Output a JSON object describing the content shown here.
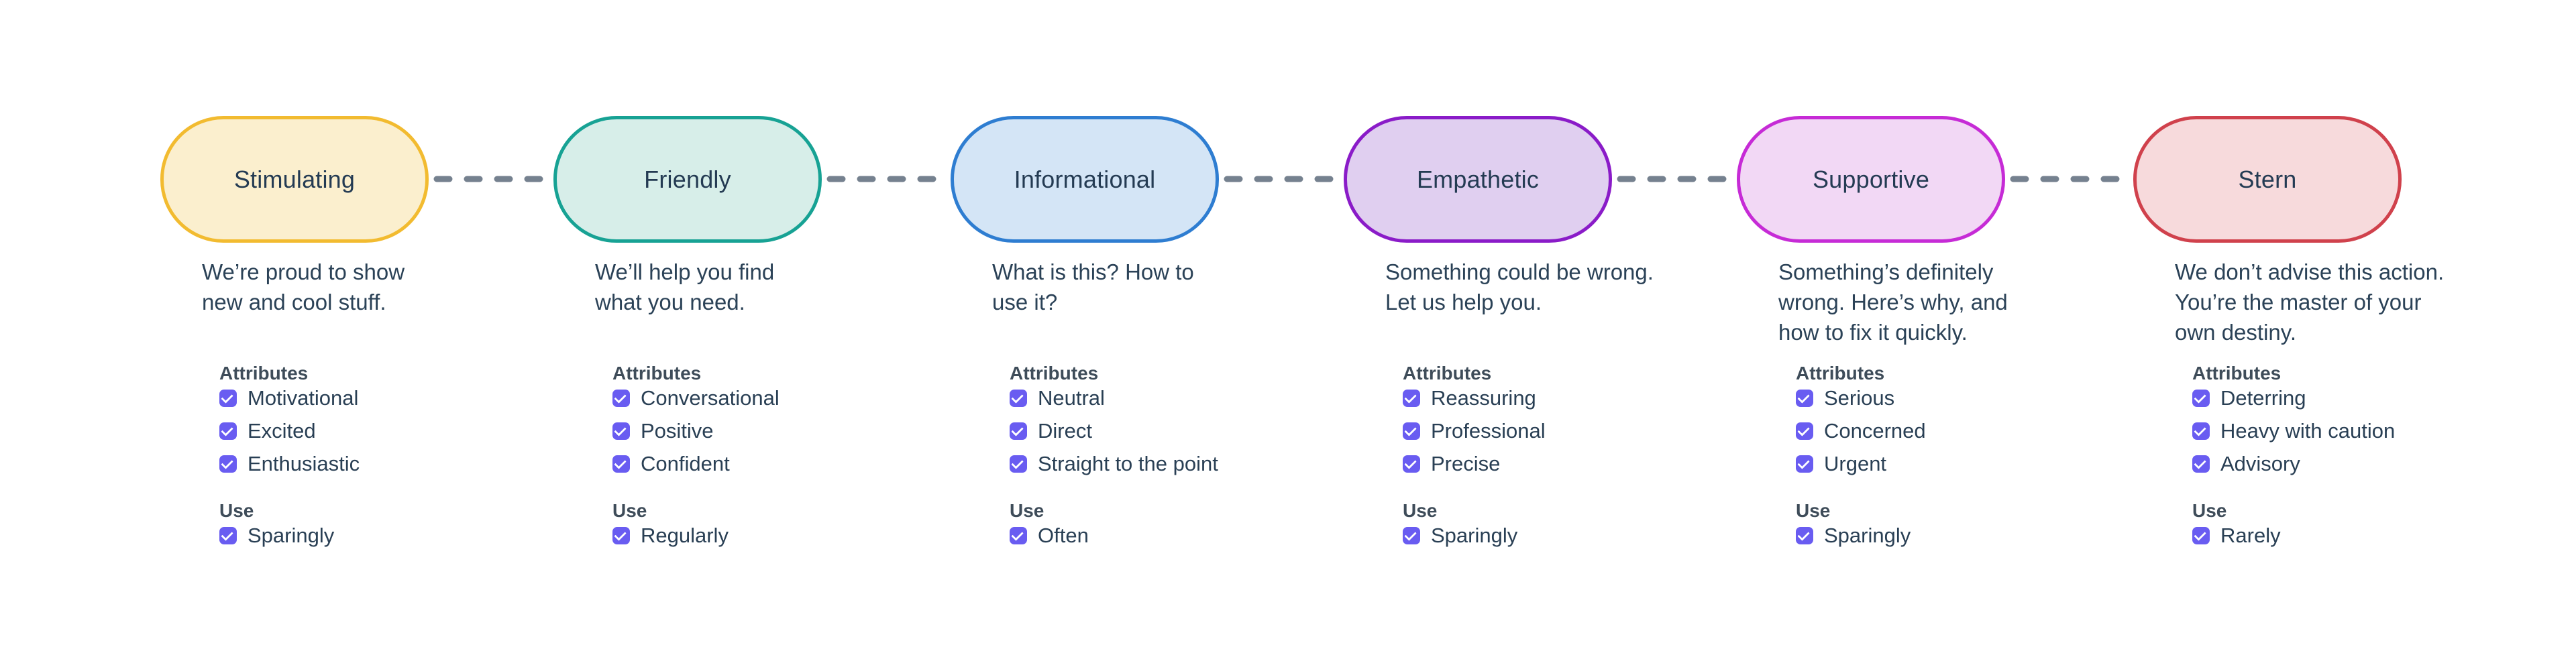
{
  "theme": {
    "background": "#FFFFFF",
    "checkbox_color": "#695CF1",
    "checkmark_color": "#FFFFFF",
    "connector_color": "#75818F",
    "title_text_color": "#243B53",
    "body_text_color": "#2B4257",
    "heading_text_color": "#3E4C59"
  },
  "sections": {
    "attributes_label": "Attributes",
    "use_label": "Use"
  },
  "columns": [
    {
      "title": "Stimulating",
      "description": "We’re proud to show\nnew and cool stuff.",
      "pill_border": "#F2BB30",
      "pill_fill": "#FBEFCE",
      "attributes": [
        "Motivational",
        "Excited",
        "Enthusiastic"
      ],
      "attributes_checked": [
        true,
        true,
        true
      ],
      "use": "Sparingly",
      "use_checked": true
    },
    {
      "title": "Friendly",
      "description": "We’ll help you find\nwhat you need.",
      "pill_border": "#17A294",
      "pill_fill": "#D7EEE9",
      "attributes": [
        "Conversational",
        "Positive",
        "Confident"
      ],
      "attributes_checked": [
        true,
        true,
        true
      ],
      "use": "Regularly",
      "use_checked": true
    },
    {
      "title": "Informational",
      "description": "What is this? How to\nuse it?",
      "pill_border": "#2E7DD1",
      "pill_fill": "#D4E5F6",
      "attributes": [
        "Neutral",
        "Direct",
        "Straight to the point"
      ],
      "attributes_checked": [
        true,
        true,
        true
      ],
      "use": "Often",
      "use_checked": true
    },
    {
      "title": "Empathetic",
      "description": "Something could be wrong.\nLet us help you.",
      "pill_border": "#8A1BC8",
      "pill_fill": "#E0CFF0",
      "attributes": [
        "Reassuring",
        "Professional",
        "Precise"
      ],
      "attributes_checked": [
        true,
        true,
        true
      ],
      "use": "Sparingly",
      "use_checked": true
    },
    {
      "title": "Supportive",
      "description": "Something’s definitely\nwrong. Here’s why, and\nhow to fix it quickly.",
      "pill_border": "#C62BD6",
      "pill_fill": "#F2D8F5",
      "attributes": [
        "Serious",
        "Concerned",
        "Urgent"
      ],
      "attributes_checked": [
        true,
        true,
        true
      ],
      "use": "Sparingly",
      "use_checked": true
    },
    {
      "title": "Stern",
      "description": "We don’t advise this action.\nYou’re the master of your\nown destiny.",
      "pill_border": "#D0414C",
      "pill_fill": "#F7DADC",
      "attributes": [
        "Deterring",
        "Heavy with caution",
        "Advisory"
      ],
      "attributes_checked": [
        true,
        true,
        true
      ],
      "use": "Rarely",
      "use_checked": true
    }
  ]
}
